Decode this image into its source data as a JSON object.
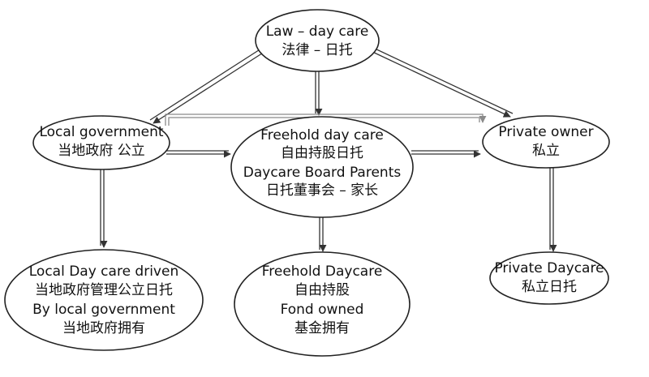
{
  "nodes": {
    "law": {
      "lines": [
        "Law – day care",
        "法律 – 日托"
      ]
    },
    "local_gov": {
      "lines": [
        "Local government",
        "当地政府 公立"
      ]
    },
    "freehold_center": {
      "lines": [
        "Freehold day care",
        "自由持股日托",
        "Daycare Board Parents",
        "日托董事会 – 家长"
      ]
    },
    "private_owner": {
      "lines": [
        "Private owner",
        "私立"
      ]
    },
    "local_daycare": {
      "lines": [
        "Local Day care driven",
        "当地政府管理公立日托",
        "By local government",
        "当地政府拥有"
      ]
    },
    "freehold_daycare": {
      "lines": [
        "Freehold Daycare",
        "自由持股",
        "Fond owned",
        "基金拥有"
      ]
    },
    "private_daycare": {
      "lines": [
        "Private Daycare",
        "私立日托"
      ]
    }
  },
  "colors": {
    "stroke": "#222222",
    "edge": "#333333",
    "edge_secondary": "#8a8a8a",
    "text": "#111111"
  }
}
